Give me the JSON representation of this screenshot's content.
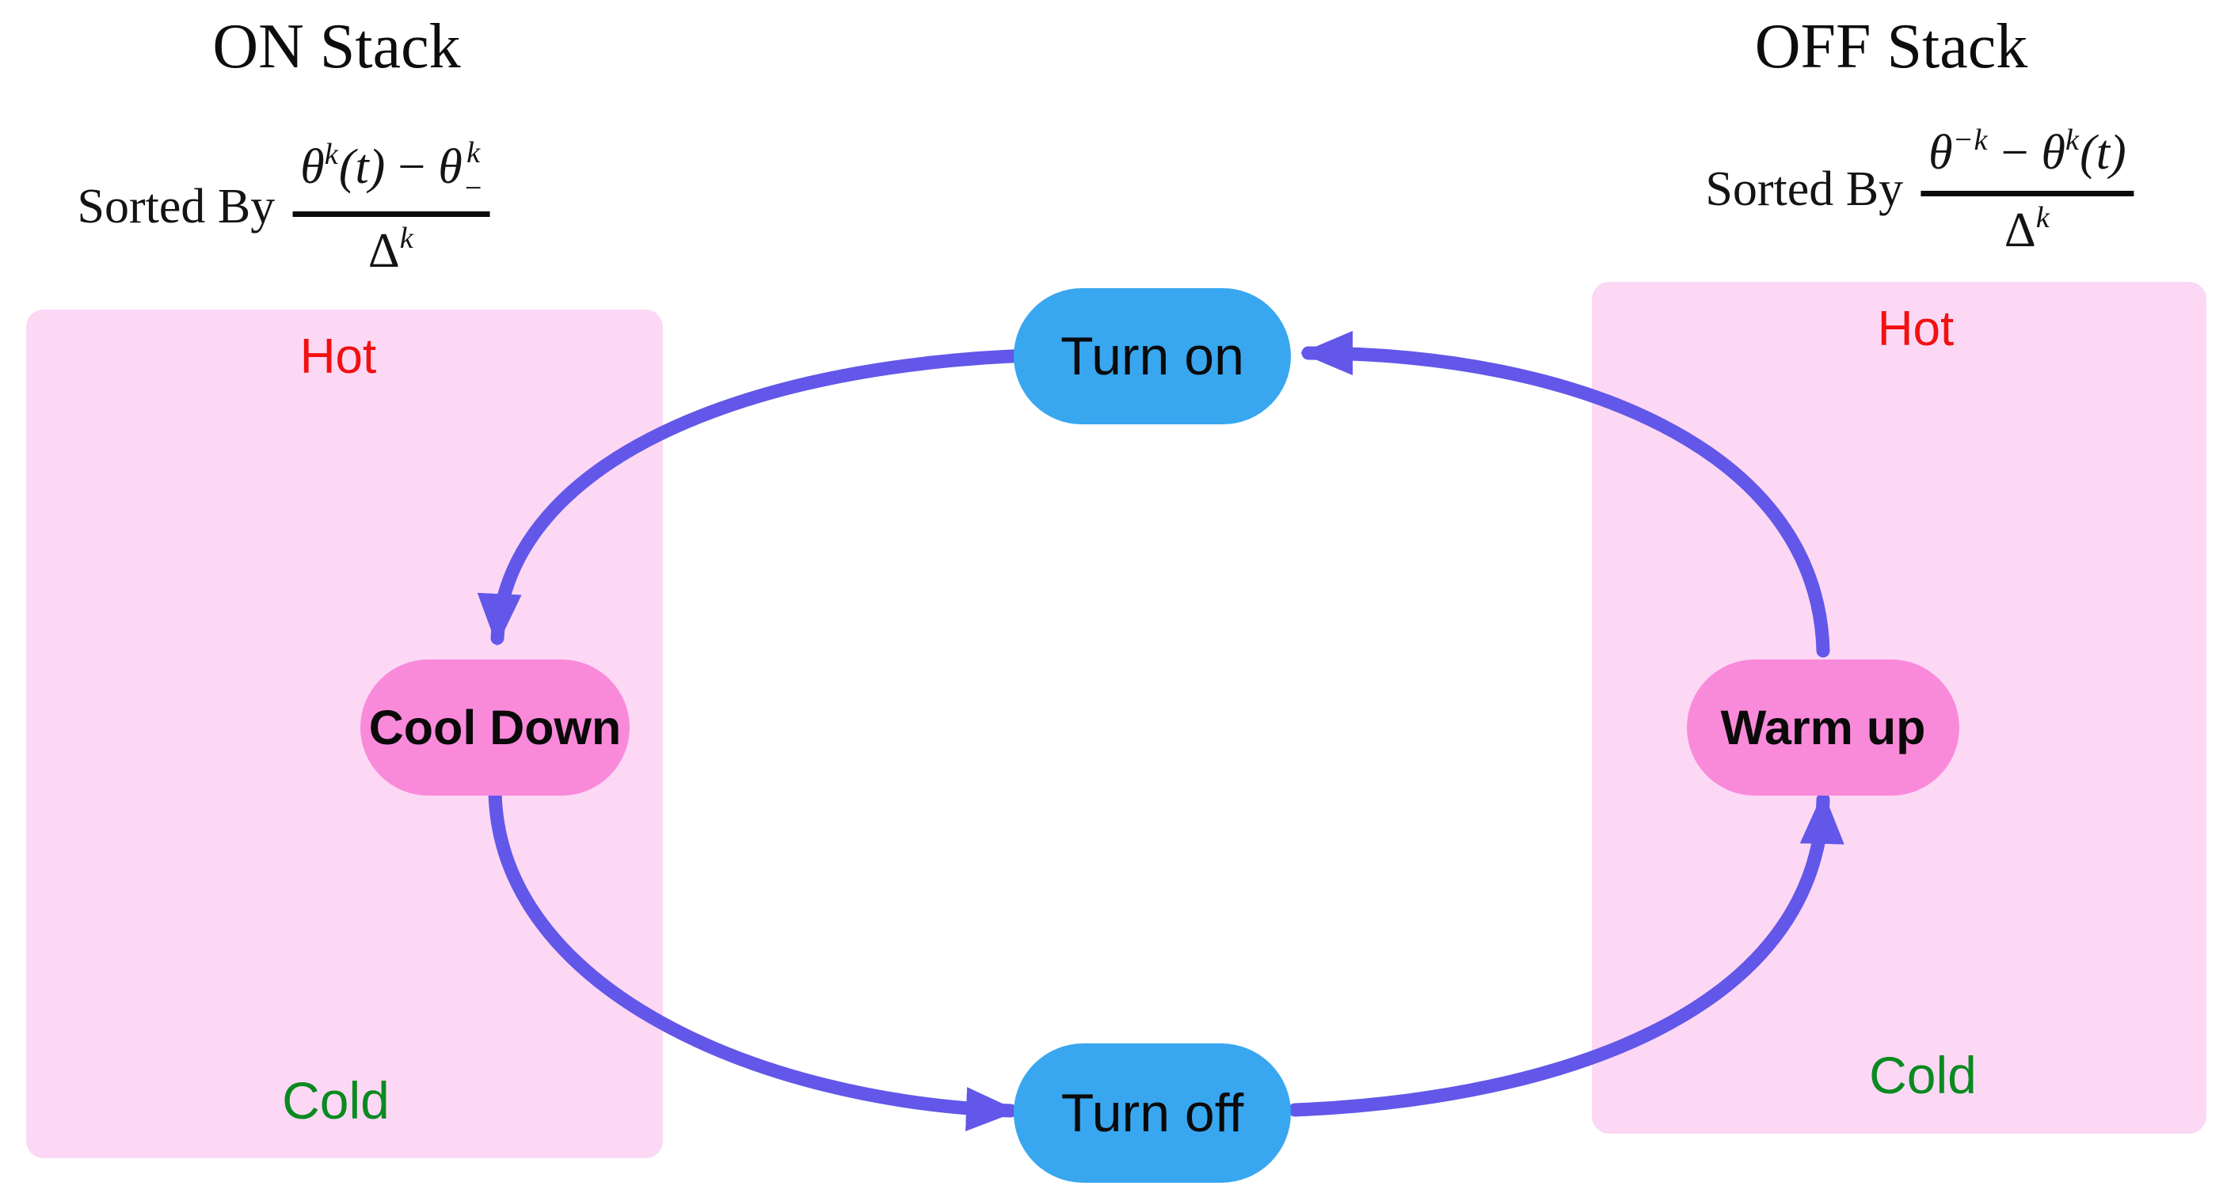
{
  "diagram": {
    "on_stack": {
      "title": "ON Stack",
      "sorted_by": "Sorted By",
      "formula": {
        "theta1": "θ",
        "sup1": "k",
        "arg1": "(t)",
        "minus": "−",
        "theta2": "θ",
        "sup2": "k",
        "sub2": "−",
        "delta": "Δ",
        "den_sup": "k"
      },
      "hot_label": "Hot",
      "cold_label": "Cold"
    },
    "off_stack": {
      "title": "OFF Stack",
      "sorted_by": "Sorted By",
      "formula": {
        "theta1": "θ",
        "sup1": "−k",
        "minus": "−",
        "theta2": "θ",
        "sup2": "k",
        "arg2": "(t)",
        "delta": "Δ",
        "den_sup": "k"
      },
      "hot_label": "Hot",
      "cold_label": "Cold"
    },
    "nodes": {
      "turn_on": "Turn on",
      "cool_down": "Cool Down",
      "turn_off": "Turn off",
      "warm_up": "Warm up"
    },
    "edges": [
      {
        "from": "turn_on",
        "to": "cool_down"
      },
      {
        "from": "cool_down",
        "to": "turn_off"
      },
      {
        "from": "turn_off",
        "to": "warm_up"
      },
      {
        "from": "warm_up",
        "to": "turn_on"
      }
    ],
    "colors": {
      "node_blue": "#38a7f0",
      "node_pink": "#f98ada",
      "stack_bg": "#fcd8f5",
      "arrow": "#6257e8",
      "hot_text": "#f21010",
      "cold_text": "#0a8a20"
    }
  }
}
